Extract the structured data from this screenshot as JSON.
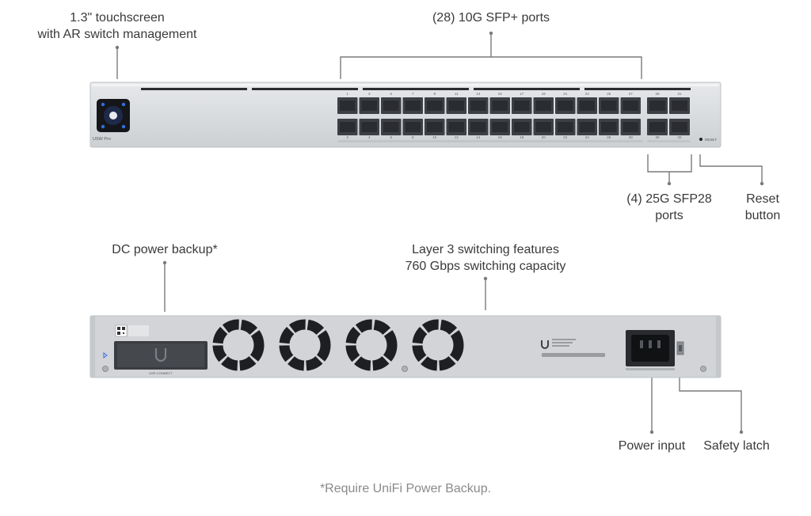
{
  "labels": {
    "touchscreen": [
      "1.3\" touchscreen",
      "with AR switch management"
    ],
    "sfp_plus": [
      "(28) 10G SFP+ ports"
    ],
    "sfp28": [
      "(4) 25G SFP28",
      "ports"
    ],
    "reset": [
      "Reset",
      "button"
    ],
    "dc_backup": [
      "DC power backup*"
    ],
    "layer3": [
      "Layer 3 switching features",
      "760 Gbps switching capacity"
    ],
    "power_input": [
      "Power input"
    ],
    "safety_latch": [
      "Safety latch"
    ]
  },
  "footnote": "*Require UniFi Power Backup.",
  "front": {
    "model": "USW Pro",
    "reset_text": "RESET",
    "sfp_top_numbers": [
      "1",
      "3",
      "5",
      "7",
      "9",
      "11",
      "13",
      "15",
      "17",
      "19",
      "21",
      "23",
      "25",
      "27"
    ],
    "sfp_bottom_numbers": [
      "2",
      "4",
      "6",
      "8",
      "10",
      "12",
      "14",
      "16",
      "18",
      "20",
      "22",
      "24",
      "26",
      "28"
    ],
    "sfp28_top_numbers": [
      "29",
      "31"
    ],
    "sfp28_bottom_numbers": [
      "30",
      "32"
    ]
  },
  "rear": {
    "connector_label": "USP-CONNECT"
  },
  "colors": {
    "chassis": "#d7d9dc",
    "port": "#3c3f44",
    "leader_line": "#7a7a7a",
    "fan": "#1e1f22",
    "accent_blue": "#2f6fe0"
  }
}
